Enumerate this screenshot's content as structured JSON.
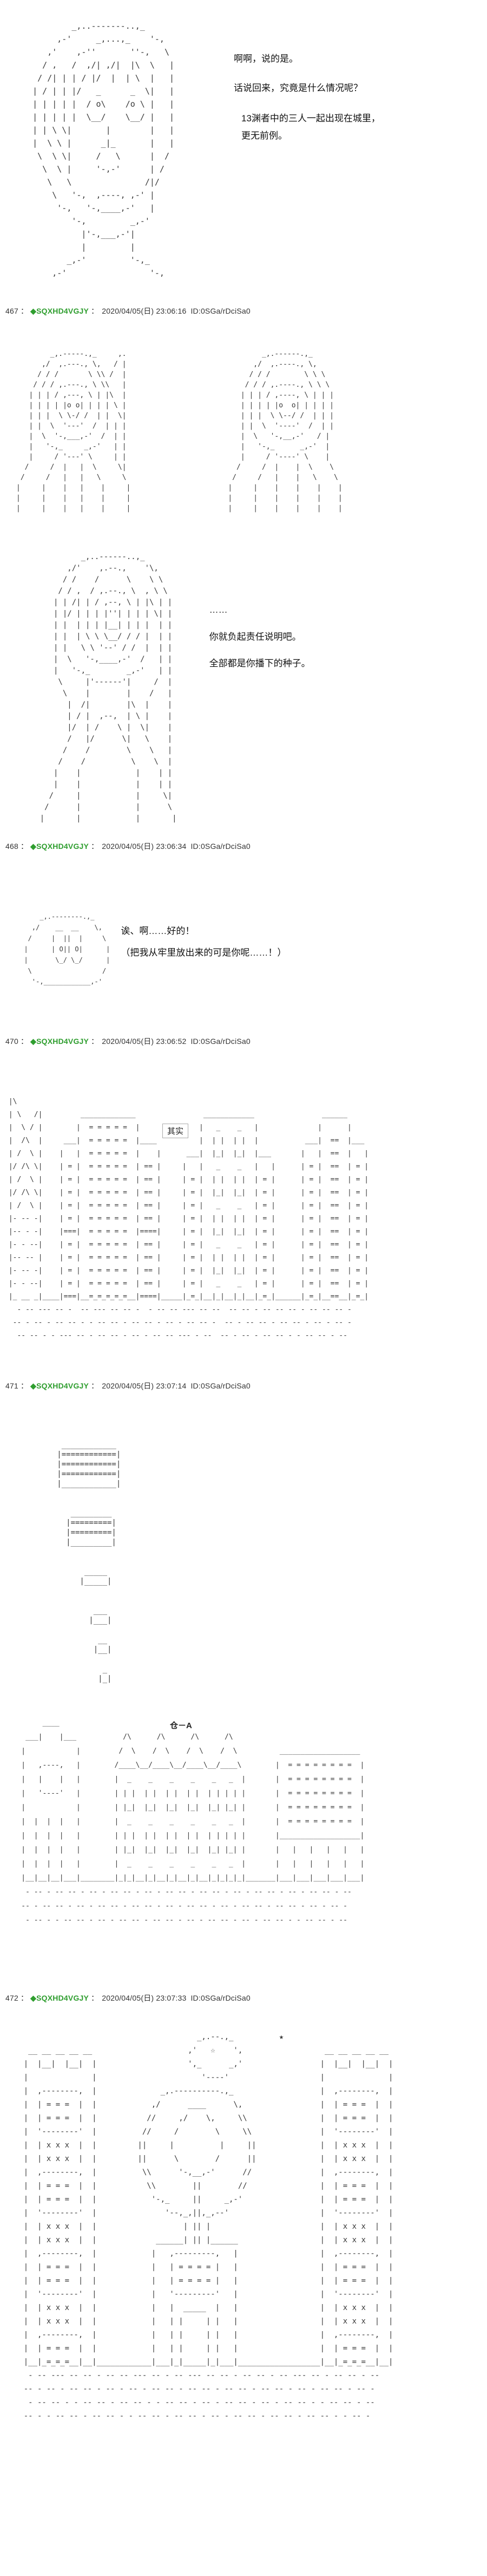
{
  "meta": {
    "sep": "："
  },
  "colors": {
    "name_green": "#2f9e2f",
    "text": "#222222",
    "aa": "#3a3a3a"
  },
  "intro": {
    "dialogue": [
      "啊啊，说的是。",
      "话说回来，究竟是什么情况呢？",
      "13渊者中的三人一起出现在城里，",
      "更无前例。"
    ],
    "aa_face": [
      "            _,..-------..,_",
      "         ,-'     _,...,_    '-,",
      "       ,'    ,-''       ''-,   \\",
      "      / ,   /  ,/| ,/|  |\\  \\   |",
      "     / /| | | / |/  |  | \\  |   |",
      "    | / | | |/   _      _  \\|   |",
      "    | | | | |  / o\\    /o \\ |   |",
      "    | | | | |  \\__/    \\__/ |   |",
      "    | | \\ \\|       |        |   |",
      "    |  \\ \\ |      _|_       |   |",
      "     \\  \\ \\|     /   \\      |  /",
      "      \\  \\ |     '-,-'      | /",
      "       \\   \\               /|/",
      "        \\   '-,  ,----, ,-' |",
      "         '-,   '-,____,-'   |",
      "            '-,         _,-'",
      "              |'-,___,-'|",
      "              |         |",
      "           _,-'         '-,_",
      "        ,-'                 '-,"
    ]
  },
  "posts": [
    {
      "number": "467",
      "name": "◆SQXHD4VGJY",
      "datetime": "2020/04/05(日) 23:06:16",
      "userid": "ID:0SGa/rDciSa0",
      "dialogue": [
        "……",
        "你就负起责任说明吧。",
        "全部都是你播下的种子。"
      ],
      "aa_two_figures": [
        "        _,.-----.,_     ,.                                _,.------.,_",
        "      ,/  ,.---., \\,   / |                              ,/  ,.----., \\,",
        "     / / /       \\ \\\\ /  |                             / / /        \\ \\ \\",
        "    / / / ,.---., \\ \\\\   |                            / / / ,.----., \\ \\ \\",
        "   | | | / ,---, \\ | |\\  |                           | | | / ,----, \\ | | |",
        "   | | | | |o o| | | | \\ |                           | | | | |o  o| | | | |",
        "   | | |  \\ \\-/ /  | |  \\|                           | | |  \\ \\--/ /  | | |",
        "   | |  \\  '---'  /  | | |                           | |  \\  '----'  /  | |",
        "   |  \\  '-,___,-'  /  | |                           |  \\   '-,__,-'   / |",
        "   |   '-,_     _,-'   | |                           |   '-,_      _,-'  |",
        "   |     / '---' \\     | |                           |     / '----' \\    |",
        "  /     /  |   |  \\     \\|                          /     /  |    |  \\    \\",
        " /     /   |   |   \\     \\                         /     /   |    |   \\    \\",
        "|     |    |   |    |     |                       |     |    |    |    |    |",
        "|     |    |   |    |     |                       |     |    |    |    |    |",
        "|     |    |   |    |     |                       |     |    |    |    |    |"
      ],
      "aa_figure": [
        "             _,..------..,_",
        "          ,/'    ,.--.,    '\\,",
        "         / /    /      \\    \\ \\",
        "        / / ,  / ,.--., \\  , \\ \\",
        "       | | /| | / ,--, \\ | |\\ | |",
        "       | |/ | | | |''| | | | \\| |",
        "       | |  | | | |__| | | |  | |",
        "       | |  | \\ \\ \\__/ / / |  | |",
        "       | |   \\ \\ '--' / /  |  | |",
        "       |  \\   '-,____,-'  /   | |",
        "       |   '-,_        _,-'   | |",
        "        \\     |'------'|     /  |",
        "         \\    |        |    /   |",
        "          |  /|        |\\  |    |",
        "          | / |  ,--,  | \\ |    |",
        "          |/  | /    \\ |  \\|    |",
        "          /   |/      \\|   \\    |",
        "         /    /        \\    \\   |",
        "        /    /          \\    \\  |",
        "       |    |            |    | |",
        "       |    |            |    | |",
        "      /     |            |     \\|",
        "     /      |            |      \\",
        "    |       |            |       |"
      ]
    },
    {
      "number": "468",
      "name": "◆SQXHD4VGJY",
      "datetime": "2020/04/05(日) 23:06:34",
      "userid": "ID:0SGa/rDciSa0",
      "dialogue": [
        "诶、啊……好的！",
        "（把我从牢里放出来的可是你呢……！）"
      ],
      "aa_creature": [
        "      _,.--------.,_",
        "    ,/    __  __    \\,",
        "   /     |  ||  |     \\",
        "  |      | O|| O|      |",
        "  |       \\_/ \\_/      |",
        "   \\                  /",
        "    '-,____________,-'"
      ]
    },
    {
      "number": "470",
      "name": "◆SQXHD4VGJY",
      "datetime": "2020/04/05(日) 23:06:52",
      "userid": "ID:0SGa/rDciSa0",
      "label": "其实",
      "aa_city": [
        " |\\",
        " | \\   /|         _____________                ____________                ______",
        " |  \\ / |        |  = = = = =  |              |   _    _   |              |      |",
        " |  /\\  |     ___|  = = = = =  |____          |  | |  | |  |           ___|  ==  |___",
        " | /  \\ |    |   |  = = = = =  |    |      ___|  |_|  |_|  |___       |   |  ==  |   |",
        " |/ /\\ \\|    | = |  = = = = =  | == |     |   |   _    _   |   |      | = |  ==  | = |",
        " | /  \\ |    | = |  = = = = =  | == |     | = |  | |  | |  | = |      | = |  ==  | = |",
        " |/ /\\ \\|    | = |  = = = = =  | == |     | = |  |_|  |_|  | = |      | = |  ==  | = |",
        " | /  \\ |    | = |  = = = = =  | == |     | = |   _    _   | = |      | = |  ==  | = |",
        " |- -- -|    | = |  = = = = =  | == |     | = |  | |  | |  | = |      | = |  ==  | = |",
        " |-- - -|    |===|  = = = = =  |====|     | = |  |_|  |_|  | = |      | = |  ==  | = |",
        " |- - --|    | = |  = = = = =  | == |     | = |   _    _   | = |      | = |  ==  | = |",
        " |-- -- |    | = |  = = = = =  | == |     | = |  | |  | |  | = |      | = |  ==  | = |",
        " |- -- -|    | = |  = = = = =  | == |     | = |  |_|  |_|  | = |      | = |  ==  | = |",
        " |- - --|    | = |  = = = = =  | == |     | = |   _    _   | = |      | = |  ==  | = |",
        " |_ __ _|____|===|__=_=_=_=_=__|====|_____|_=_|__|_|__|_|__|_=_|______|_=_|__==__|_=_|",
        "   - -- --- -- -  -- --- -- -- -  - -- -- --- -- --  -- -- - -- -- -- - -- -- -- -",
        "  -- - -- - -- -- - - -- -- - -- -- - -- - -- -- -  -- - -- -- - -- -- - -- - -- -",
        "   -- -- - - --- -- - -- -- - -- - -- -- --- - --  -- - -- - -- -- - - -- -- - --"
      ]
    },
    {
      "number": "471",
      "name": "◆SQXHD4VGJY",
      "datetime": "2020/04/05(日) 23:07:14",
      "userid": "ID:0SGa/rDciSa0",
      "label": "仓－A",
      "aa_boxes": [
        "    ____________",
        "   |============|",
        "   |============|",
        "   |============|",
        "   |____________|",
        "",
        "",
        "      _________",
        "     |=========|",
        "     |=========|",
        "     |_________|",
        "",
        "",
        "         _____",
        "        |_____|",
        "",
        "",
        "           ___",
        "          |___|",
        "",
        "            __",
        "           |__|",
        "",
        "             _",
        "            |_|"
      ],
      "aa_scene": [
        "         ____",
        "     ___|    |___           /\\      /\\      /\\      /\\",
        "    |            |         /  \\    /  \\    /  \\    /  \\          ___________________",
        "    |   ,----,   |        /____\\__/____\\__/____\\__/____\\        |  = = = = = = = =  |",
        "    |   |    |   |        |  _    _    _    _    _   _  |       |  = = = = = = = =  |",
        "    |   '----'   |        | | |  | |  | |  | |  | | | | |       |  = = = = = = = =  |",
        "    |            |        | |_|  |_|  |_|  |_|  |_| |_| |       |  = = = = = = = =  |",
        "    |  |  |  |   |        |  _    _    _    _    _   _  |       |  = = = = = = = =  |",
        "    |  |  |  |   |        | | |  | |  | |  | |  | | | | |       |___________________|",
        "    |  |  |  |   |        | |_|  |_|  |_|  |_|  |_| |_| |       |   |   |   |   |   |",
        "    |  |  |  |   |        |  _    _    _    _    _   _  |       |   |   |   |   |   |",
        "    |__|__|__|___|________|_|_|__|_|__|_|__|_|__|_|_|_|_|_______|___|___|___|___|___|",
        "     - -- - -- -- - -- - -- -- - -- - -- -- - -- -- - -- - -- -- - -- - -- -- - --",
        "    -- - -- -- - -- - -- -- - -- -- - -- - -- -- - -- - -- -- - -- -- - -- - -- -",
        "     - -- - - -- -- - -- - -- -- - -- -- - -- - -- -- - -- - -- -- - - -- -- - --"
      ]
    },
    {
      "number": "472",
      "name": "◆SQXHD4VGJY",
      "datetime": "2020/04/05(日) 23:07:33",
      "userid": "ID:0SGa/rDciSa0",
      "aa_towers": [
        "                                          _,.--.,_          ★",
        "     __ __ __ __ __                     ,'   ☆    ',                  __ __ __ __ __",
        "    |  |__|  |__|  |                    ',_      _,'                 |  |__|  |__|  |",
        "    |              |                       '----'                    |              |",
        "    |  ,--------,  |              _,.----------.,_                   |  ,--------,  |",
        "    |  | = = =  |  |            ,/      ____      \\,                 |  | = = =  |  |",
        "    |  | = = =  |  |           //     ,/    \\,     \\\\                |  | = = =  |  |",
        "    |  '--------'  |          //     /        \\     \\\\               |  '--------'  |",
        "    |  | x x x  |  |         ||     |          |     ||              |  | x x x  |  |",
        "    |  | x x x  |  |         ||      \\        /      ||              |  | x x x  |  |",
        "    |  ,--------,  |          \\\\      '-,__,-'      //               |  ,--------,  |",
        "    |  | = = =  |  |           \\\\        ||        //                |  | = = =  |  |",
        "    |  | = = =  |  |            '-,_     ||     _,-'                 |  | = = =  |  |",
        "    |  '--------'  |               '--,_,||,_,--'                    |  '--------'  |",
        "    |  | x x x  |  |                   | || |                        |  | x x x  |  |",
        "    |  | x x x  |  |             ______| || |______                  |  | x x x  |  |",
        "    |  ,--------,  |            |   ,---------,   |                  |  ,--------,  |",
        "    |  | = = =  |  |            |   | = = = = |   |                  |  | = = =  |  |",
        "    |  | = = =  |  |            |   | = = = = |   |                  |  | = = =  |  |",
        "    |  '--------'  |            |   '---------'   |                  |  '--------'  |",
        "    |  | x x x  |  |            |   |  _____  |   |                  |  | x x x  |  |",
        "    |  | x x x  |  |            |   | |     | |   |                  |  | x x x  |  |",
        "    |  ,--------,  |            |   | |     | |   |                  |  ,--------,  |",
        "    |  | = = =  |  |            |   | |     | |   |                  |  | = = =  |  |",
        "    |__|_=_=_=__|__|____________|___|_|_____|_|___|__________________|__|_=_=_=__|__|",
        "     - -- --- -- -- - -- -- --- -- - -- --- -- -- - -- -- - -- --- -- - -- -- - --",
        "    -- - -- - -- -- - -- - -- - -- -- - -- -- - -- -- - -- -- - -- - -- -- - -- -",
        "     - -- -- - - -- -- - -- -- - - -- -- - -- - -- -- - -- - -- -- - - -- -- - --",
        "    -- - - -- -- - -- -- - - -- -- - -- -- - -- - -- -- - -- -- - -- -- - - -- -"
      ]
    }
  ]
}
